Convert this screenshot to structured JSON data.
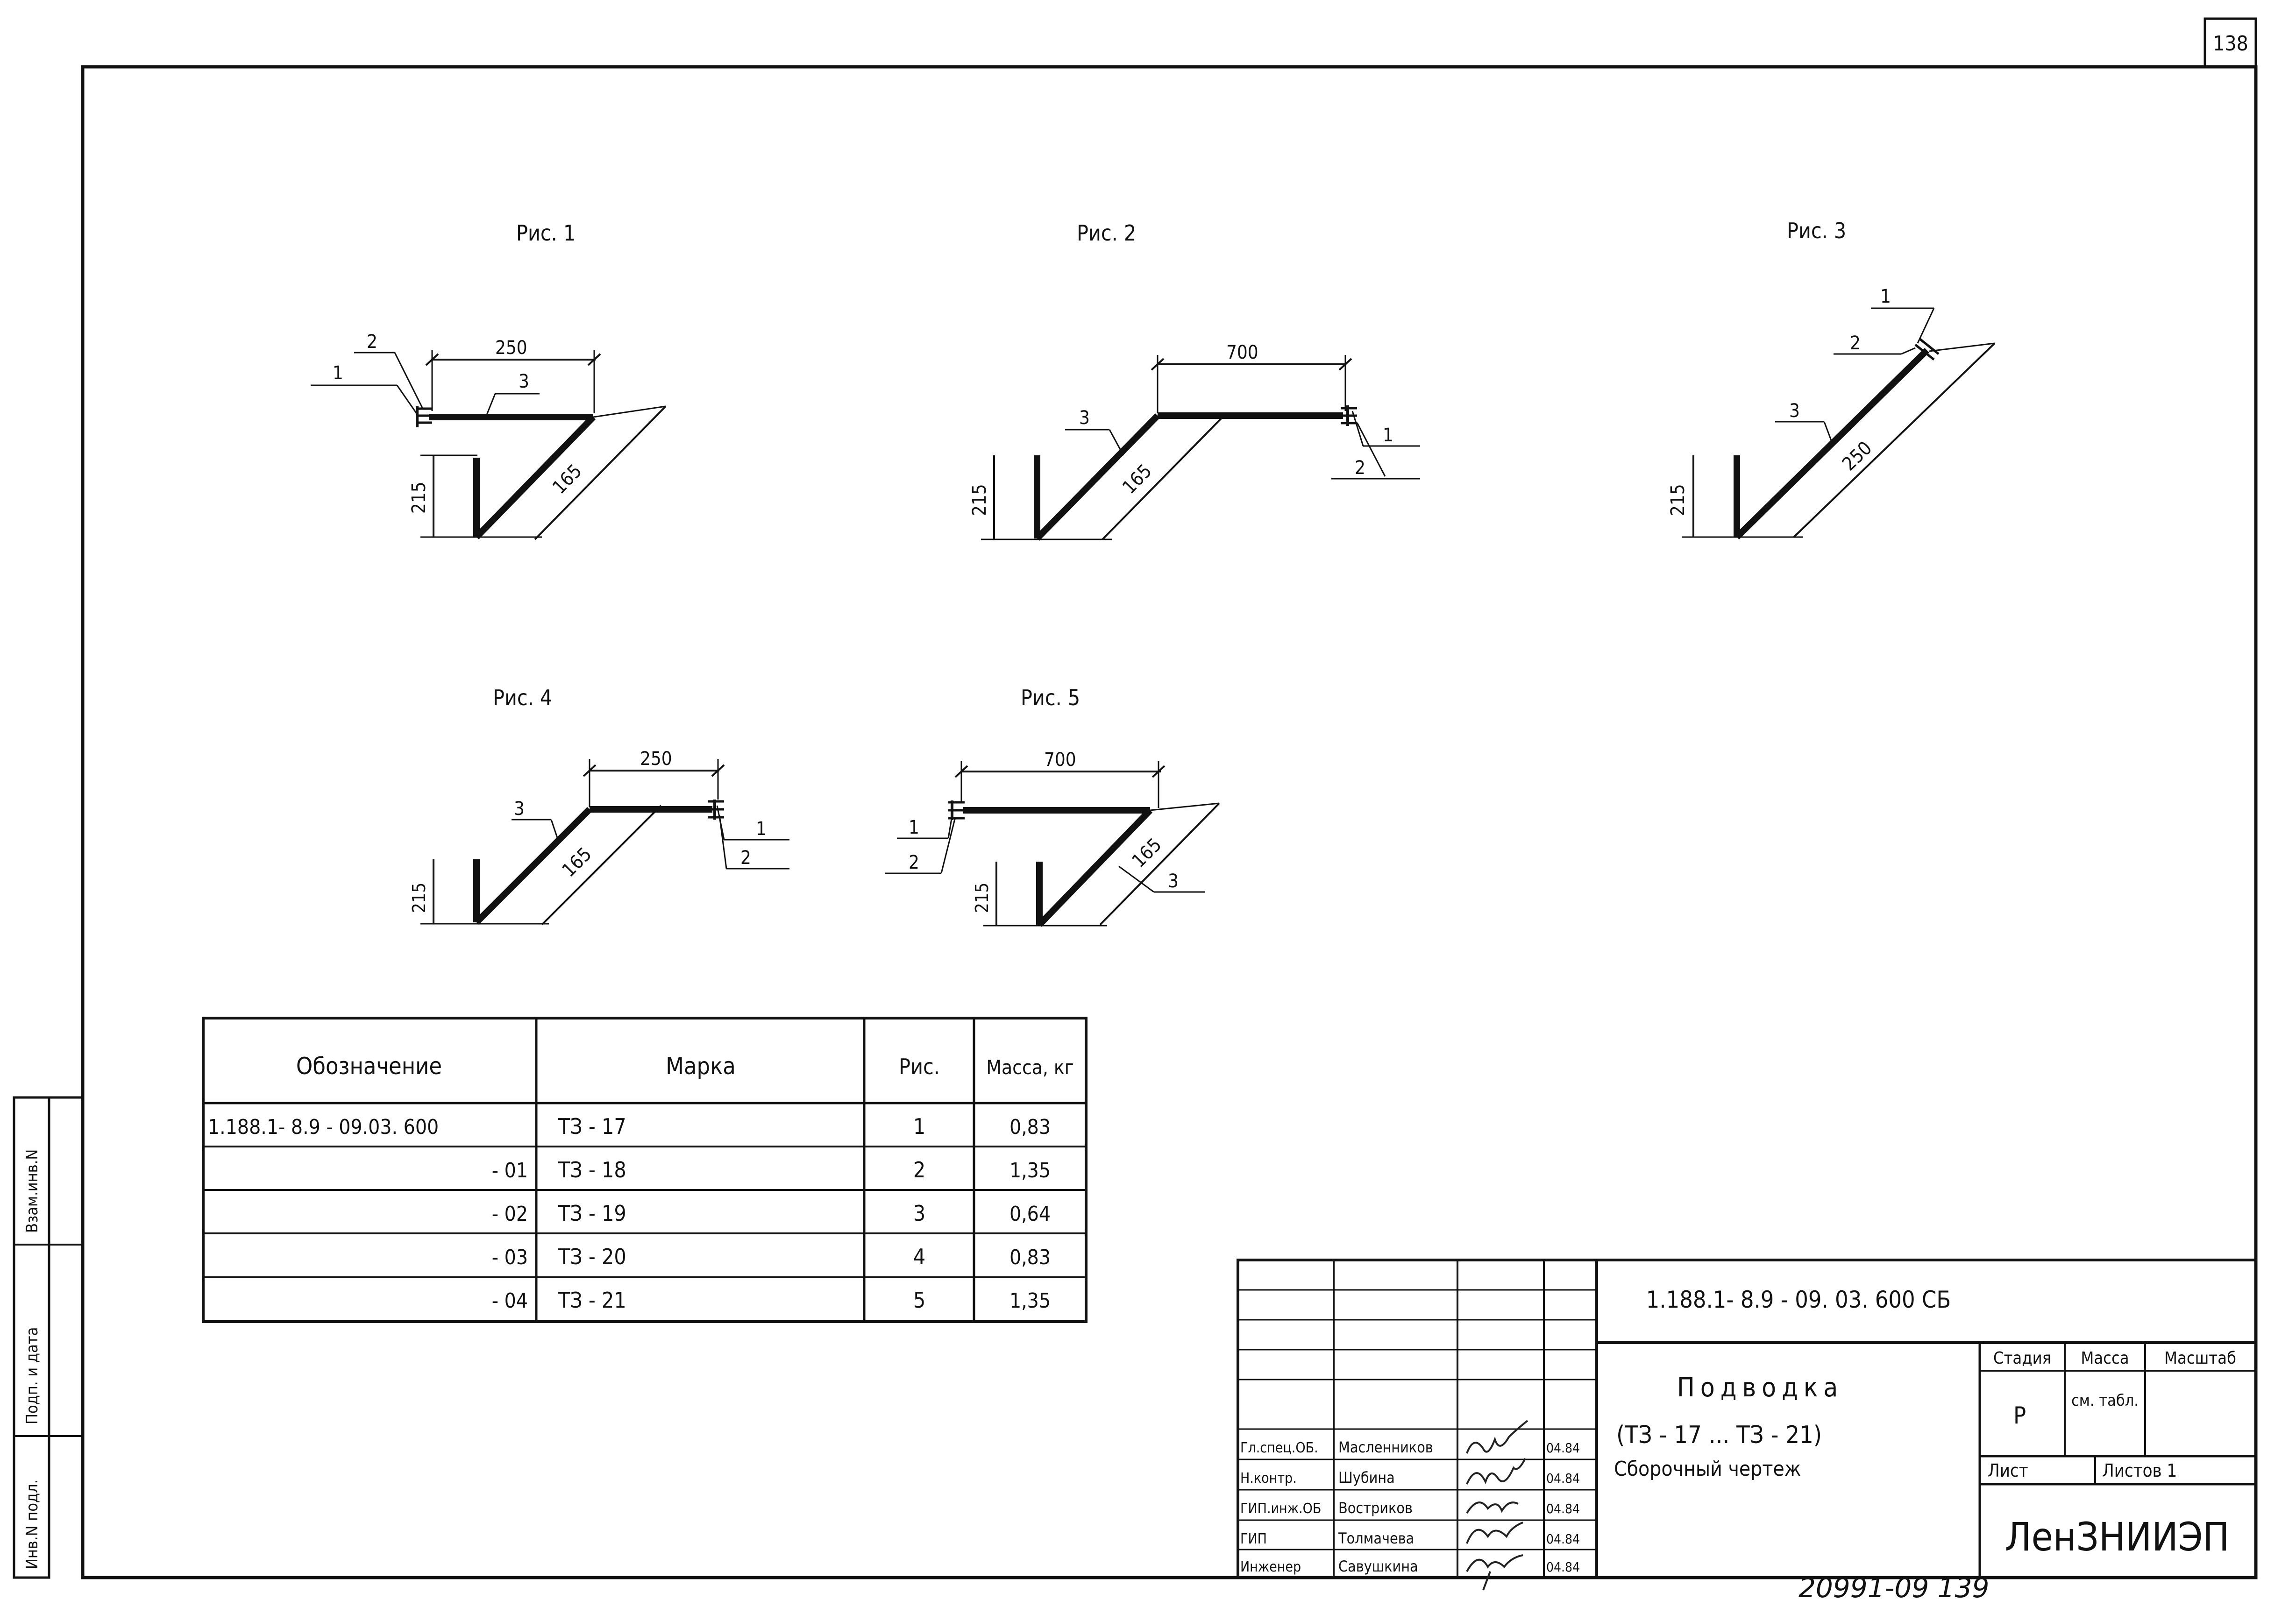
{
  "sheet": {
    "page_number": "138",
    "bottom_number": "20991-09  139",
    "side_labels": [
      "Инв.N подл.",
      "Подп. и дата",
      "Взам.инв.N"
    ]
  },
  "figures": [
    {
      "label": "Рис. 1",
      "top_dim": "250",
      "diag_dim": "165",
      "height_dim": "215",
      "callouts": [
        "1",
        "2",
        "3"
      ]
    },
    {
      "label": "Рис. 2",
      "top_dim": "700",
      "diag_dim": "165",
      "height_dim": "215",
      "callouts": [
        "1",
        "2",
        "3"
      ]
    },
    {
      "label": "Рис. 3",
      "top_dim": "",
      "diag_dim": "250",
      "height_dim": "215",
      "callouts": [
        "1",
        "2",
        "3"
      ]
    },
    {
      "label": "Рис. 4",
      "top_dim": "250",
      "diag_dim": "165",
      "height_dim": "215",
      "callouts": [
        "1",
        "2",
        "3"
      ]
    },
    {
      "label": "Рис. 5",
      "top_dim": "700",
      "diag_dim": "165",
      "height_dim": "215",
      "callouts": [
        "1",
        "2",
        "3"
      ]
    }
  ],
  "spec_table": {
    "headers": [
      "Обозначение",
      "Марка",
      "Рис.",
      "Масса, кг"
    ],
    "rows": [
      [
        "1.188.1- 8.9   - 09.03. 600",
        "ТЗ - 17",
        "1",
        "0,83"
      ],
      [
        "- 01",
        "ТЗ - 18",
        "2",
        "1,35"
      ],
      [
        "- 02",
        "ТЗ - 19",
        "3",
        "0,64"
      ],
      [
        "- 03",
        "ТЗ - 20",
        "4",
        "0,83"
      ],
      [
        "- 04",
        "ТЗ - 21",
        "5",
        "1,35"
      ]
    ]
  },
  "title_block": {
    "doc_code": "1.188.1- 8.9 - 09. 03. 600 СБ",
    "title": "Подводка",
    "subtitle": "(ТЗ - 17 ...  ТЗ - 21)",
    "doc_type": "Сборочный  чертеж",
    "stage_header": "Стадия",
    "mass_header": "Масса",
    "scale_header": "Масштаб",
    "stage": "Р",
    "mass": "см. табл.",
    "sheet_label": "Лист",
    "sheets_label": "Листов 1",
    "org": "ЛенЗНИИЭП",
    "signers": [
      {
        "role": "Гл.спец.ОБ.",
        "name": "Масленников",
        "date": "04.84"
      },
      {
        "role": "Н.контр.",
        "name": "Шубина",
        "date": "04.84"
      },
      {
        "role": "ГИП.инж.ОБ",
        "name": "Востриков",
        "date": "04.84"
      },
      {
        "role": "ГИП",
        "name": "Толмачева",
        "date": "04.84"
      },
      {
        "role": "Инженер",
        "name": "Савушкина",
        "date": "04.84"
      }
    ]
  }
}
